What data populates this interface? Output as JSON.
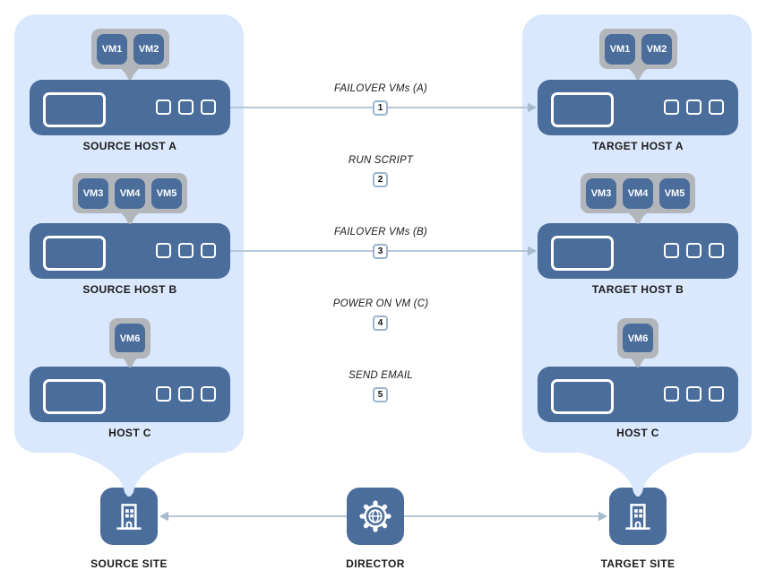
{
  "left": {
    "site_label": "SOURCE SITE",
    "hosts": [
      {
        "label": "SOURCE HOST A",
        "vms": [
          "VM1",
          "VM2"
        ]
      },
      {
        "label": "SOURCE HOST B",
        "vms": [
          "VM3",
          "VM4",
          "VM5"
        ]
      },
      {
        "label": "HOST C",
        "vms": [
          "VM6"
        ]
      }
    ]
  },
  "right": {
    "site_label": "TARGET SITE",
    "hosts": [
      {
        "label": "TARGET HOST A",
        "vms": [
          "VM1",
          "VM2"
        ]
      },
      {
        "label": "TARGET HOST B",
        "vms": [
          "VM3",
          "VM4",
          "VM5"
        ]
      },
      {
        "label": "HOST C",
        "vms": [
          "VM6"
        ]
      }
    ]
  },
  "director_label": "DIRECTOR",
  "steps": [
    {
      "num": "1",
      "label": "FAILOVER VMs (A)"
    },
    {
      "num": "2",
      "label": "RUN SCRIPT"
    },
    {
      "num": "3",
      "label": "FAILOVER VMs (B)"
    },
    {
      "num": "4",
      "label": "POWER ON VM (C)"
    },
    {
      "num": "5",
      "label": "SEND EMAIL"
    }
  ],
  "icons": {
    "source_site": "building-icon",
    "target_site": "building-icon",
    "director": "gear-globe-icon"
  },
  "colors": {
    "host_blue": "#4a6d9c",
    "panel_blue": "#d9e8fc",
    "callout_gray": "#b2b6ba",
    "connector_line": "#b5c7d9",
    "arrowhead": "#a6bbd0",
    "badge_border": "#9db3c9",
    "label_text": "#1a1a1a",
    "vm_text": "#ffffff"
  }
}
